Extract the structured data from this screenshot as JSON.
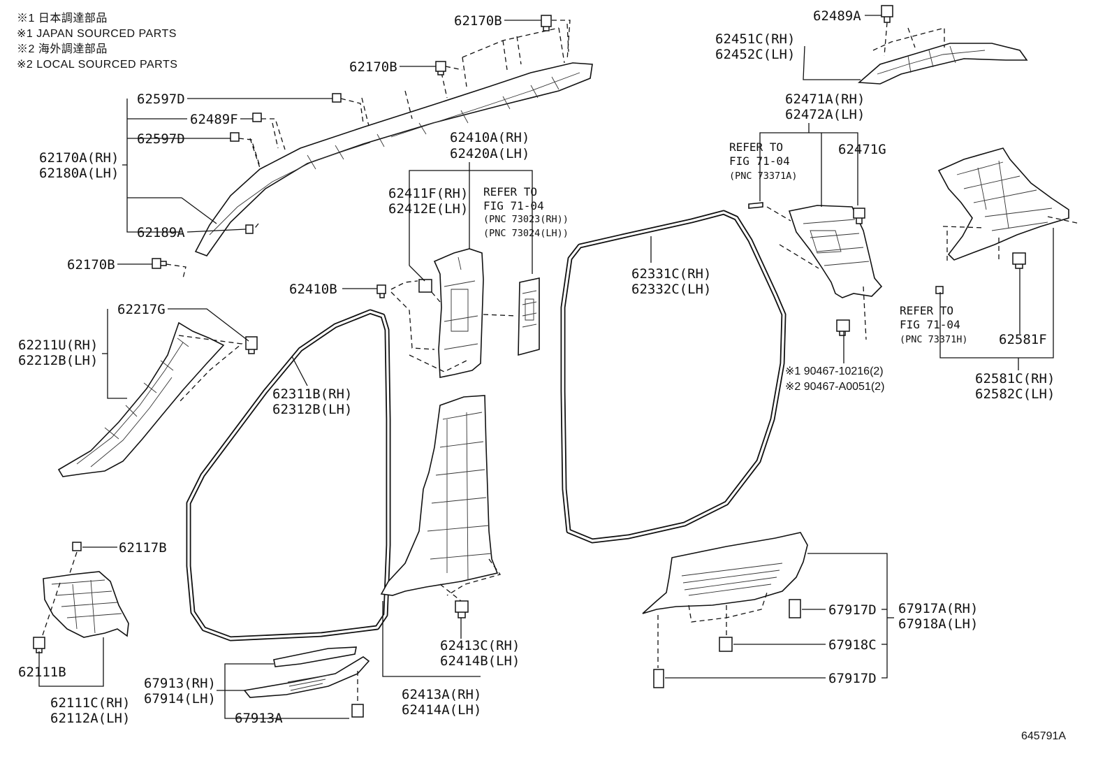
{
  "notes": {
    "line1": "※1 日本調達部品",
    "line2": "※1 JAPAN SOURCED PARTS",
    "line3": "※2 海外調達部品",
    "line4": "※2 LOCAL SOURCED PARTS"
  },
  "labels": {
    "p62170b_top": "62170B",
    "p62170b_mid": "62170B",
    "p62597d_1": "62597D",
    "p62489f": "62489F",
    "p62597d_2": "62597D",
    "p62170a": "62170A(RH)",
    "p62180a": "62180A(LH)",
    "p62189a": "62189A",
    "p62170b_low": "62170B",
    "p62217g": "62217G",
    "p62211u": "62211U(RH)",
    "p62212b": "62212B(LH)",
    "p62117b": "62117B",
    "p62111b": "62111B",
    "p62111c": "62111C(RH)",
    "p62112a": "62112A(LH)",
    "p62410a": "62410A(RH)",
    "p62420a": "62420A(LH)",
    "p62411f": "62411F(RH)",
    "p62412e": "62412E(LH)",
    "p62410b": "62410B",
    "p62311b": "62311B(RH)",
    "p62312b": "62312B(LH)",
    "p62413c": "62413C(RH)",
    "p62414b": "62414B(LH)",
    "p62413a": "62413A(RH)",
    "p62414a": "62414A(LH)",
    "p67913": "67913(RH)",
    "p67914": "67914(LH)",
    "p67913a": "67913A",
    "p62331c": "62331C(RH)",
    "p62332c": "62332C(LH)",
    "p62489a": "62489A",
    "p62451c": "62451C(RH)",
    "p62452c": "62452C(LH)",
    "p62471a": "62471A(RH)",
    "p62472a": "62472A(LH)",
    "p62471g": "62471G",
    "p90467_1": "※1 90467-10216(2)",
    "p90467_2": "※2 90467-A0051(2)",
    "p62581f": "62581F",
    "p62581c": "62581C(RH)",
    "p62582c": "62582C(LH)",
    "p67917d_1": "67917D",
    "p67918c": "67918C",
    "p67917d_2": "67917D",
    "p67917a": "67917A(RH)",
    "p67918a": "67918A(LH)"
  },
  "refs": {
    "bpillar": {
      "l1": "REFER TO",
      "l2": "FIG 71-04",
      "l3": "(PNC 73023(RH))",
      "l4": "(PNC 73024(LH))"
    },
    "cpillar": {
      "l1": "REFER TO",
      "l2": "FIG 71-04",
      "l3": "(PNC 73371A)"
    },
    "dpillar": {
      "l1": "REFER TO",
      "l2": "FIG 71-04",
      "l3": "(PNC 73371H)"
    }
  },
  "figure_code": "645791A"
}
